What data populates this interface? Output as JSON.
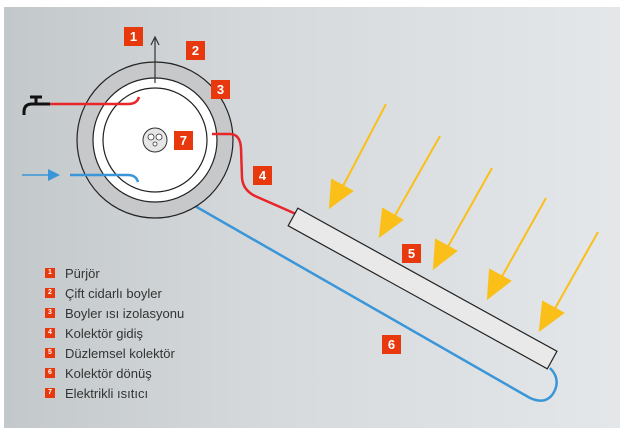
{
  "badges": [
    "1",
    "2",
    "3",
    "4",
    "5",
    "6",
    "7"
  ],
  "legend": [
    {
      "num": "1",
      "label": "Pürjör"
    },
    {
      "num": "2",
      "label": "Çift cidarlı boyler"
    },
    {
      "num": "3",
      "label": "Boyler ısı izolasyonu"
    },
    {
      "num": "4",
      "label": "Kolektör gidiş"
    },
    {
      "num": "5",
      "label": "Düzlemsel kolektör"
    },
    {
      "num": "6",
      "label": "Kolektör dönüş"
    },
    {
      "num": "7",
      "label": "Elektrikli ısıtıcı"
    }
  ],
  "colors": {
    "badge": "#e8380d",
    "hot": "#e8262a",
    "cold": "#3a96d8",
    "sun": "#fbbf1a"
  }
}
